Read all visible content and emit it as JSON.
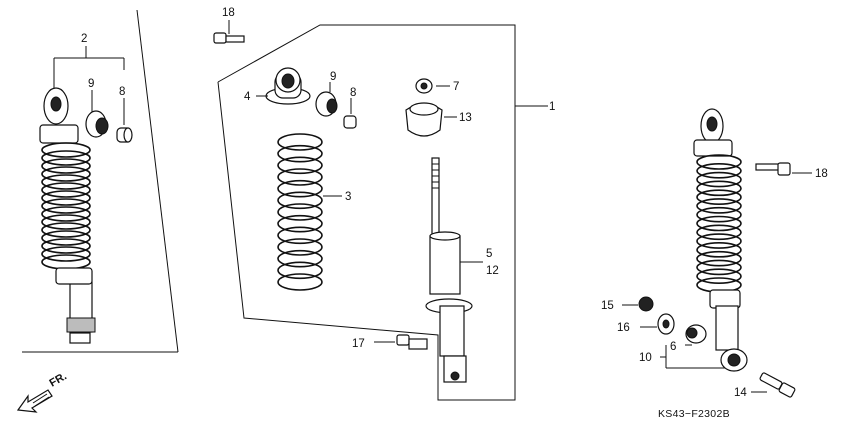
{
  "diagram": {
    "code": "KS43−F2302B",
    "direction": "FR.",
    "callouts": {
      "c18a": "18",
      "c2": "2",
      "c9a": "9",
      "c8a": "8",
      "c4": "4",
      "c9b": "9",
      "c8b": "8",
      "c7": "7",
      "c1": "1",
      "c13": "13",
      "c3": "3",
      "c5": "5",
      "c12": "12",
      "c17": "17",
      "c18b": "18",
      "c15": "15",
      "c16": "16",
      "c6": "6",
      "c10": "10",
      "c14": "14"
    }
  }
}
